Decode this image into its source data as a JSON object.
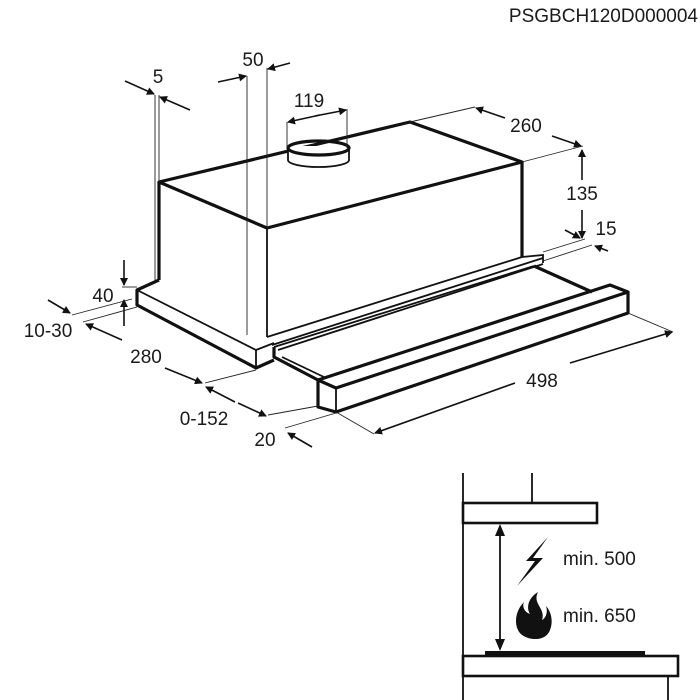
{
  "product_code": "PSGBCH120D000004",
  "dimensions": {
    "wall_offset": "5",
    "duct_offset": "50",
    "duct_diameter": "119",
    "depth": "260",
    "height": "135",
    "rear_lip": "15",
    "base_height": "40",
    "front_lip": "10-30",
    "body_depth": "280",
    "extension": "0-152",
    "front_trim": "20",
    "width": "498"
  },
  "clearance": {
    "electric_label": "min. 500",
    "gas_label": "min. 650",
    "electric_icon": "lightning-bolt-icon",
    "gas_icon": "flame-icon"
  }
}
